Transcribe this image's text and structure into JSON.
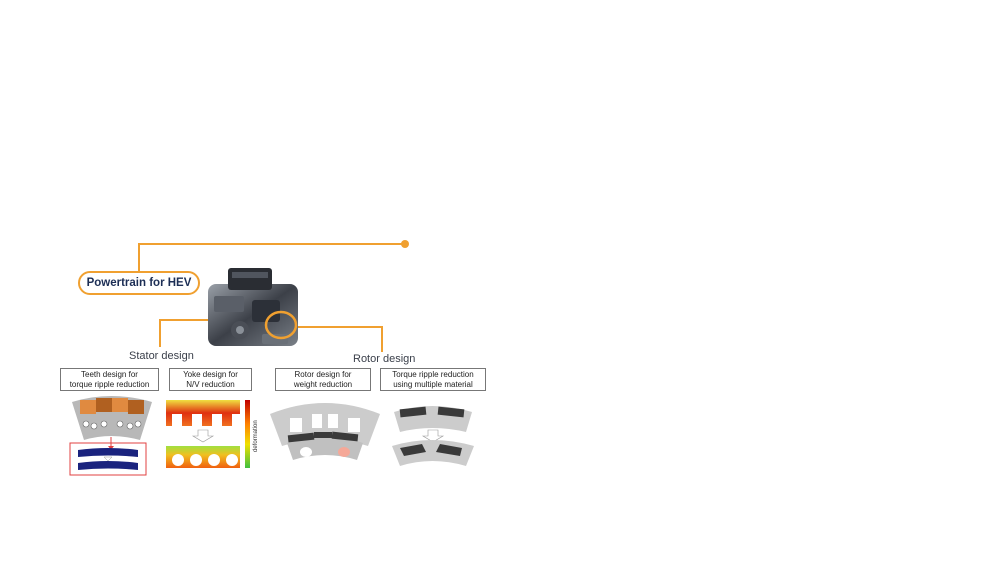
{
  "title_pill": "Powertrain for HEV",
  "stator": {
    "heading": "Stator design",
    "teeth_label": "Teeth design for\ntorque ripple reduction",
    "yoke_label": "Yoke design for\nN/V reduction",
    "colorbar_label": "deformation"
  },
  "rotor": {
    "heading": "Rotor design",
    "weight_label": "Rotor design for\nweight reduction",
    "ripple_label": "Torque ripple reduction\nusing multiple material"
  },
  "colors": {
    "accent_orange": "#f0a030",
    "navy": "#1c2e55",
    "magnet_dark": "#3a3a3a",
    "lamination_gray": "#c8c8c8",
    "highlight_red": "#e04040"
  }
}
